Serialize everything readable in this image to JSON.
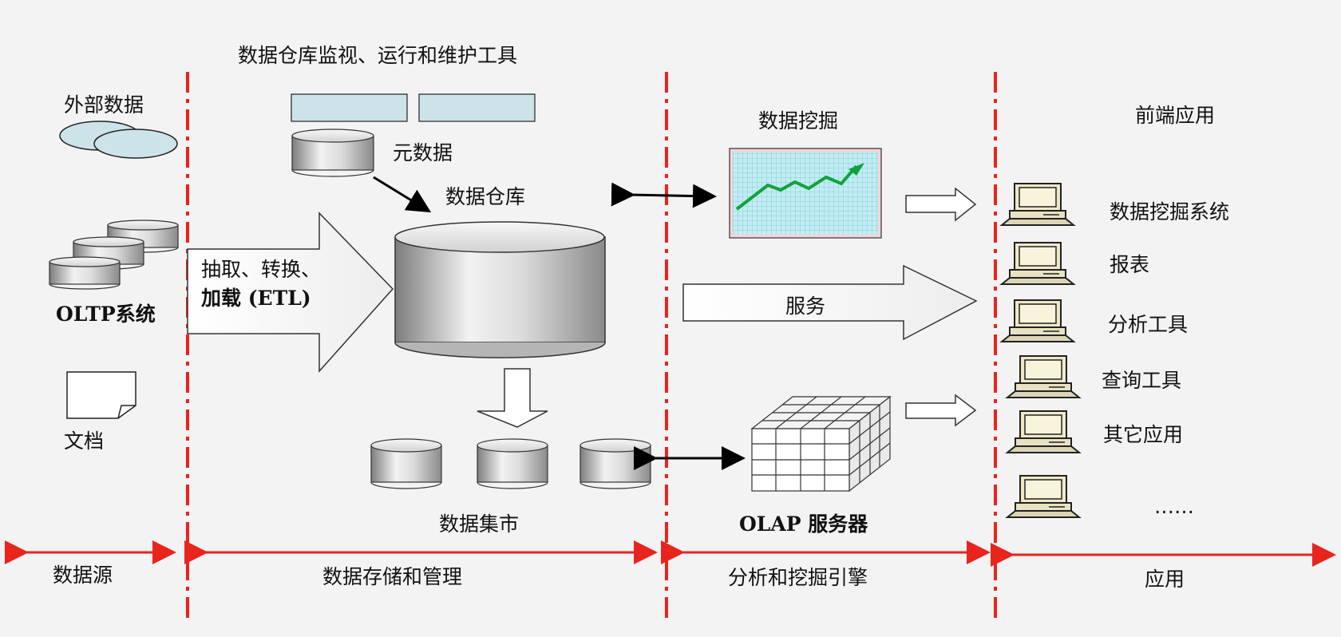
{
  "top_title": "数据仓库监视、运行和维护工具",
  "sources": {
    "external": "外部数据",
    "oltp": "OLTP系统",
    "docs": "文档"
  },
  "storage": {
    "etl_line1": "抽取、转换、",
    "etl_line2": "加载 (ETL)",
    "metadata": "元数据",
    "warehouse": "数据仓库",
    "datamart": "数据集市"
  },
  "analysis": {
    "mining": "数据挖掘",
    "service": "服务",
    "olap": "OLAP 服务器"
  },
  "apps": {
    "header": "前端应用",
    "items": [
      "数据挖掘系统",
      "报表",
      "分析工具",
      "查询工具",
      "其它应用",
      "……"
    ]
  },
  "sections": [
    "数据源",
    "数据存储和管理",
    "分析和挖掘引擎",
    "应用"
  ],
  "colors": {
    "divider": "#e8241c",
    "section_arrow": "#e8241c",
    "metadata_box": "#cde3ea",
    "mining_chart_bg": "#c4ecf2",
    "mining_chart_line": "#11a23a"
  }
}
